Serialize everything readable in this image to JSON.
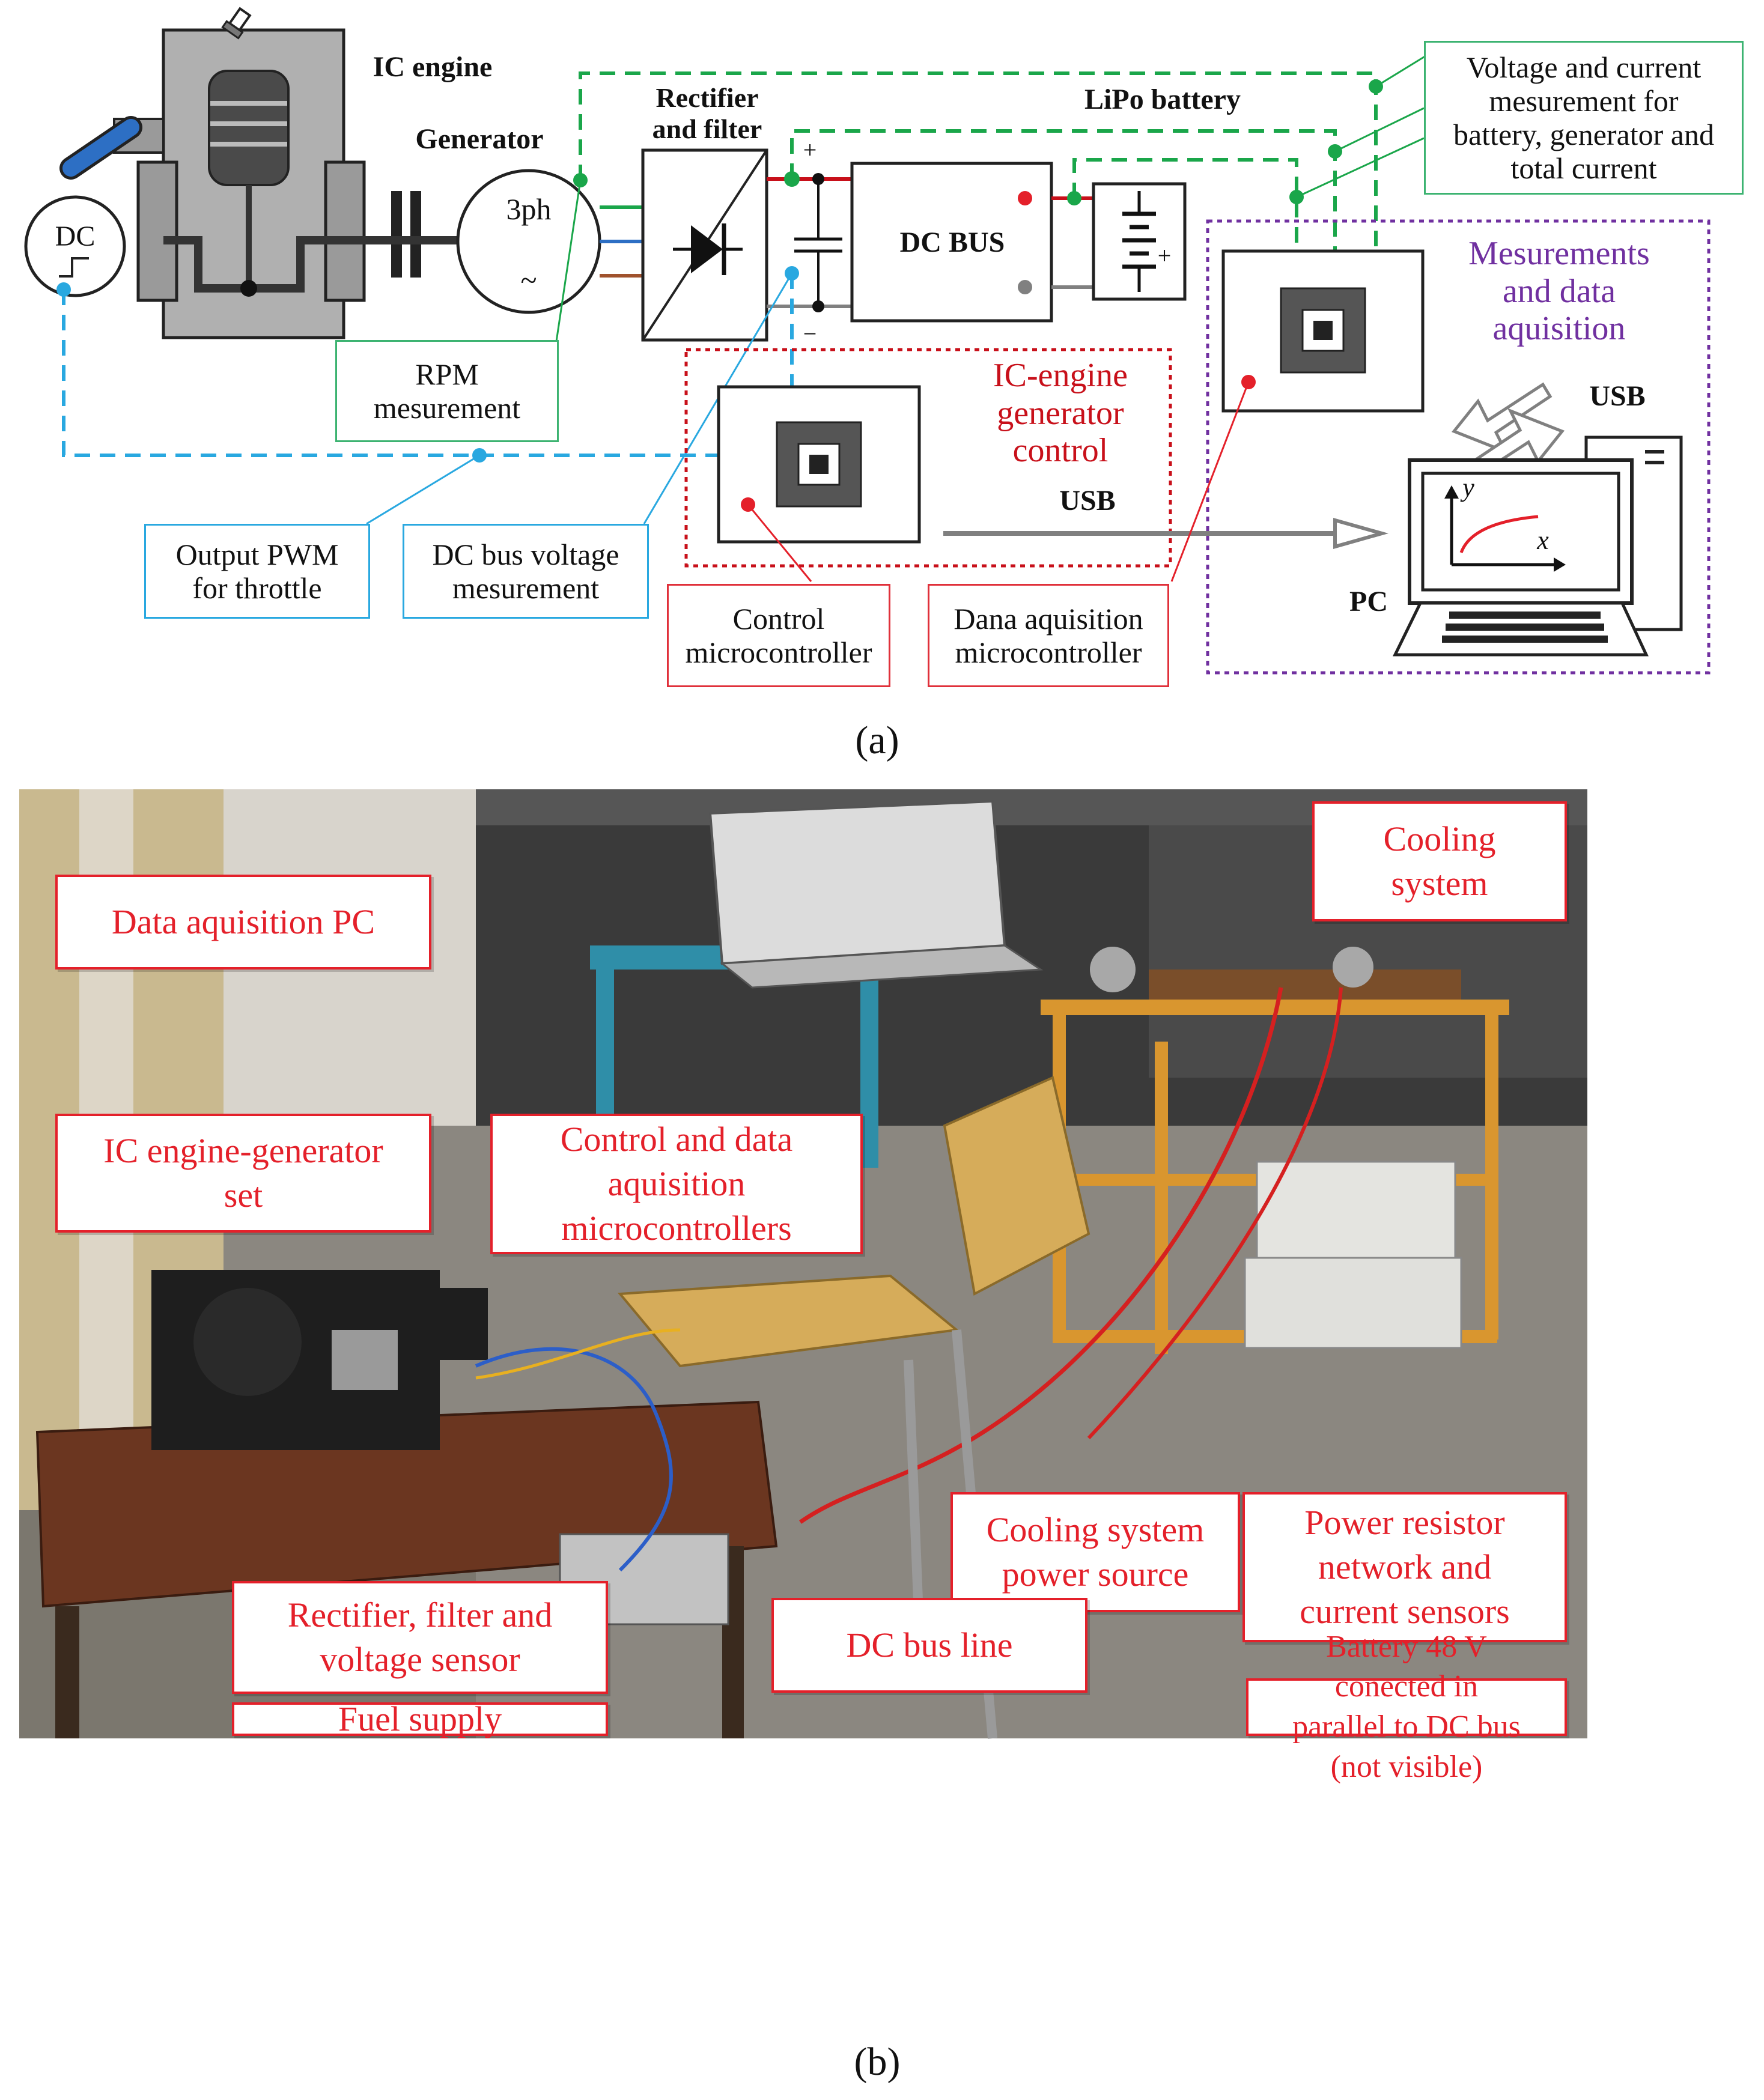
{
  "panel_a": {
    "titles": {
      "ic_engine": "IC engine",
      "generator": "Generator",
      "rectifier": "Rectifier\nand filter",
      "lipo": "LiPo battery",
      "dc_bus": "DC BUS",
      "usb_right": "USB",
      "usb_mid": "USB",
      "pc": "PC"
    },
    "symbols": {
      "dc_motor": "DC",
      "three_phase": "3ph",
      "tilde": "~",
      "plus_bus": "+",
      "minus_bus": "−",
      "plus_batt": "+",
      "axis_x": "x",
      "axis_y": "y"
    },
    "boxes": {
      "voltage_current": "Voltage and current\nmesurement for\nbattery, generator and\ntotal current",
      "rpm": "RPM\nmesurement",
      "output_pwm": "Output PWM\nfor throttle",
      "dc_bus_voltage": "DC bus voltage\nmesurement",
      "control_mcu": "Control\nmicrocontroller",
      "daq_mcu": "Dana aquisition\nmicrocontroller"
    },
    "groups": {
      "control": "IC-engine\ngenerator\ncontrol",
      "measurement": "Mesurements\nand data\naquisition"
    },
    "colors": {
      "green": "#1aa64a",
      "blue": "#29a8e0",
      "red": "#c8101a",
      "purple": "#7030a0",
      "gray": "#808080"
    }
  },
  "panel_b": {
    "labels": {
      "daq_pc": "Data aquisition PC",
      "cooling": "Cooling\nsystem",
      "ic_set": "IC engine-generator\nset",
      "control_daq": "Control and data\naquisition\nmicrocontrollers",
      "cooling_power": "Cooling system\npower source",
      "resistor_net": "Power resistor\nnetwork and\ncurrent sensors",
      "rectifier_sensor": "Rectifier, filter and\nvoltage sensor",
      "dc_bus_line": "DC bus line",
      "battery": "Battery 48 V\nconected in\nparallel to DC bus\n(not visible)",
      "fuel": "Fuel supply"
    }
  },
  "captions": {
    "a": "(a)",
    "b": "(b)"
  }
}
